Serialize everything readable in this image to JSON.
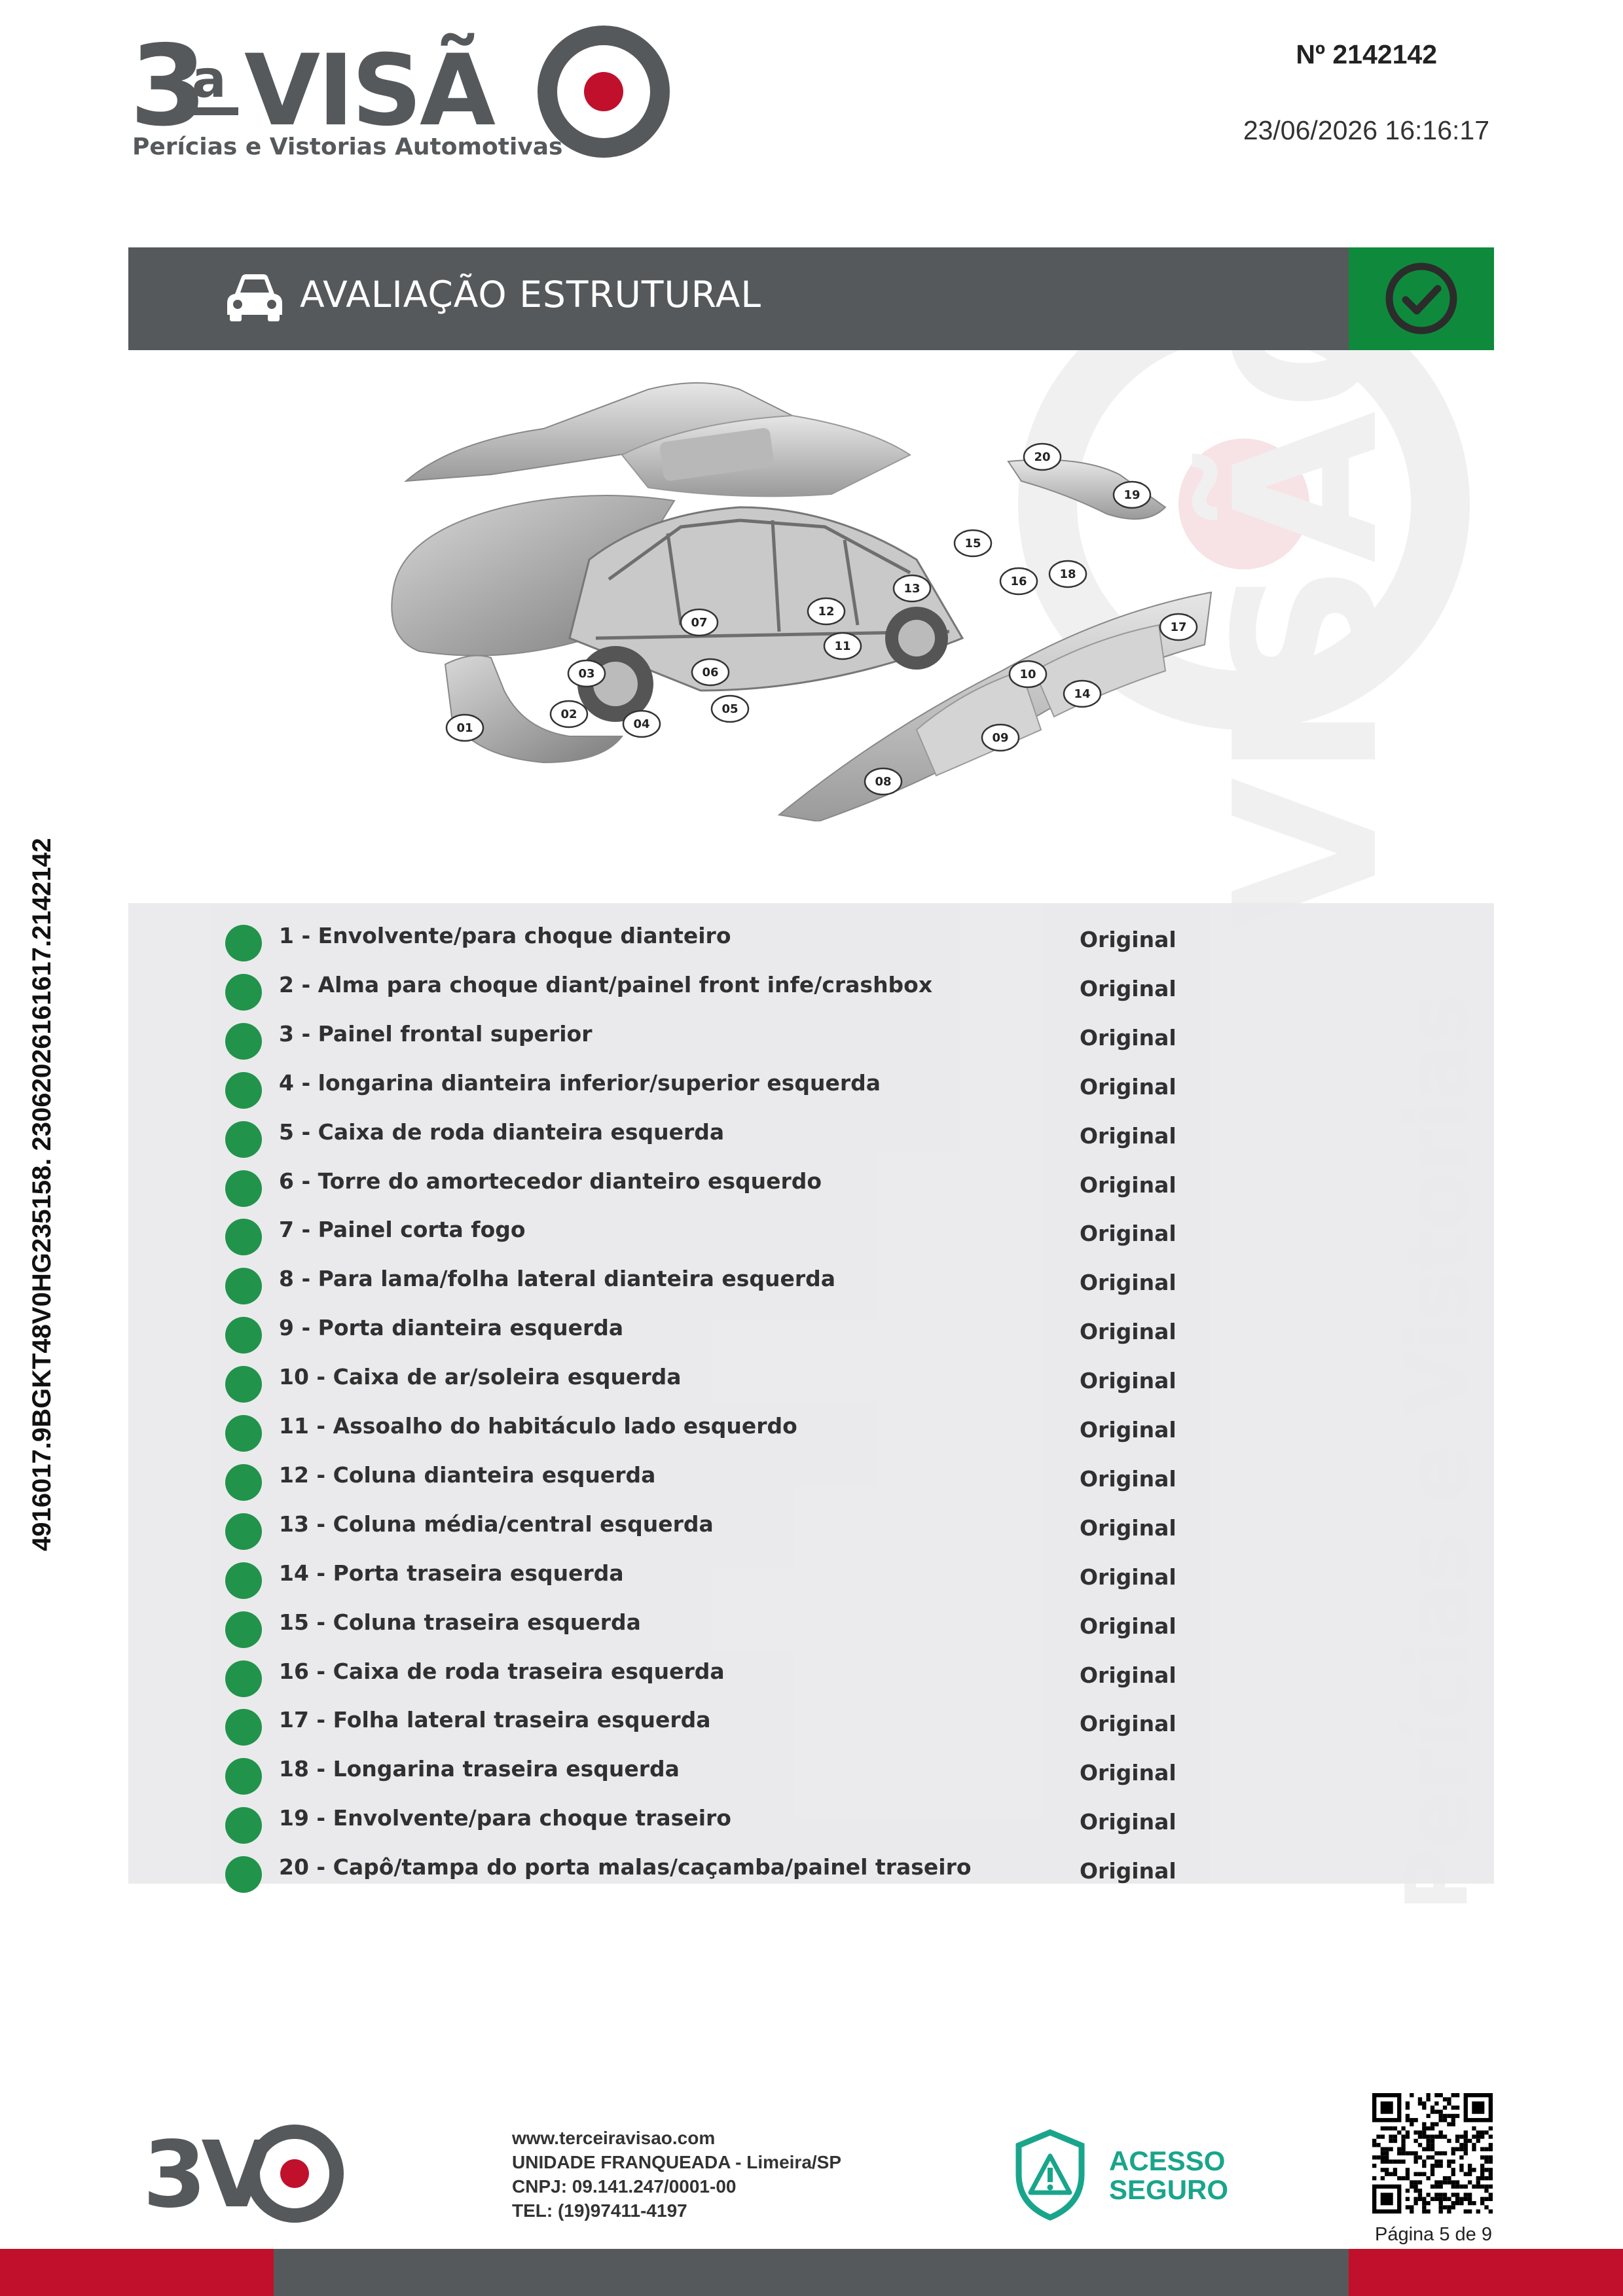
{
  "brand": {
    "name": "3ªVISÃO",
    "tagline": "Perícias e Vistorias Automotivas"
  },
  "document": {
    "number": "Nº 2142142",
    "datetime": "23/06/2026 16:16:17",
    "side_code": "4916017.9BGKT48V0HG235158. 23062026161617.2142142"
  },
  "section": {
    "title": "AVALIAÇÃO ESTRUTURAL",
    "status_icon": "check-circle-icon"
  },
  "diagram": {
    "markers": [
      "01",
      "02",
      "03",
      "04",
      "05",
      "06",
      "07",
      "08",
      "09",
      "10",
      "11",
      "12",
      "13",
      "14",
      "15",
      "16",
      "17",
      "18",
      "19",
      "20"
    ]
  },
  "items": [
    {
      "label": "1 - Envolvente/para choque dianteiro",
      "status": "Original"
    },
    {
      "label": "2 - Alma para choque diant/painel front infe/crashbox",
      "status": "Original"
    },
    {
      "label": "3 - Painel frontal superior",
      "status": "Original"
    },
    {
      "label": "4 - longarina dianteira inferior/superior esquerda",
      "status": "Original"
    },
    {
      "label": "5 - Caixa de roda dianteira esquerda",
      "status": "Original"
    },
    {
      "label": "6 - Torre do amortecedor dianteiro esquerdo",
      "status": "Original"
    },
    {
      "label": "7 - Painel corta fogo",
      "status": "Original"
    },
    {
      "label": "8 - Para lama/folha lateral dianteira esquerda",
      "status": "Original"
    },
    {
      "label": "9 - Porta dianteira esquerda",
      "status": "Original"
    },
    {
      "label": "10 - Caixa de ar/soleira esquerda",
      "status": "Original"
    },
    {
      "label": "11 - Assoalho do habitáculo lado esquerdo",
      "status": "Original"
    },
    {
      "label": "12 - Coluna dianteira esquerda",
      "status": "Original"
    },
    {
      "label": "13 - Coluna média/central esquerda",
      "status": "Original"
    },
    {
      "label": "14 - Porta traseira esquerda",
      "status": "Original"
    },
    {
      "label": "15 - Coluna traseira esquerda",
      "status": "Original"
    },
    {
      "label": "16 - Caixa de roda traseira esquerda",
      "status": "Original"
    },
    {
      "label": "17 - Folha lateral traseira esquerda",
      "status": "Original"
    },
    {
      "label": "18 - Longarina traseira esquerda",
      "status": "Original"
    },
    {
      "label": "19 - Envolvente/para choque traseiro",
      "status": "Original"
    },
    {
      "label": "20 - Capô/tampa do porta malas/caçamba/painel traseiro",
      "status": "Original"
    }
  ],
  "footer": {
    "website": "www.terceiravisao.com",
    "franchise": "UNIDADE FRANQUEADA - Limeira/SP",
    "cnpj": "CNPJ: 09.141.247/0001-00",
    "phone": "TEL: (19)97411-4197",
    "secure_line1": "ACESSO",
    "secure_line2": "SEGURO",
    "page": "Página 5 de 9",
    "logo": "3VO"
  },
  "colors": {
    "green": "#0f8a3c",
    "gray": "#56595b",
    "red": "#c0102b",
    "teal": "#19a58b"
  }
}
